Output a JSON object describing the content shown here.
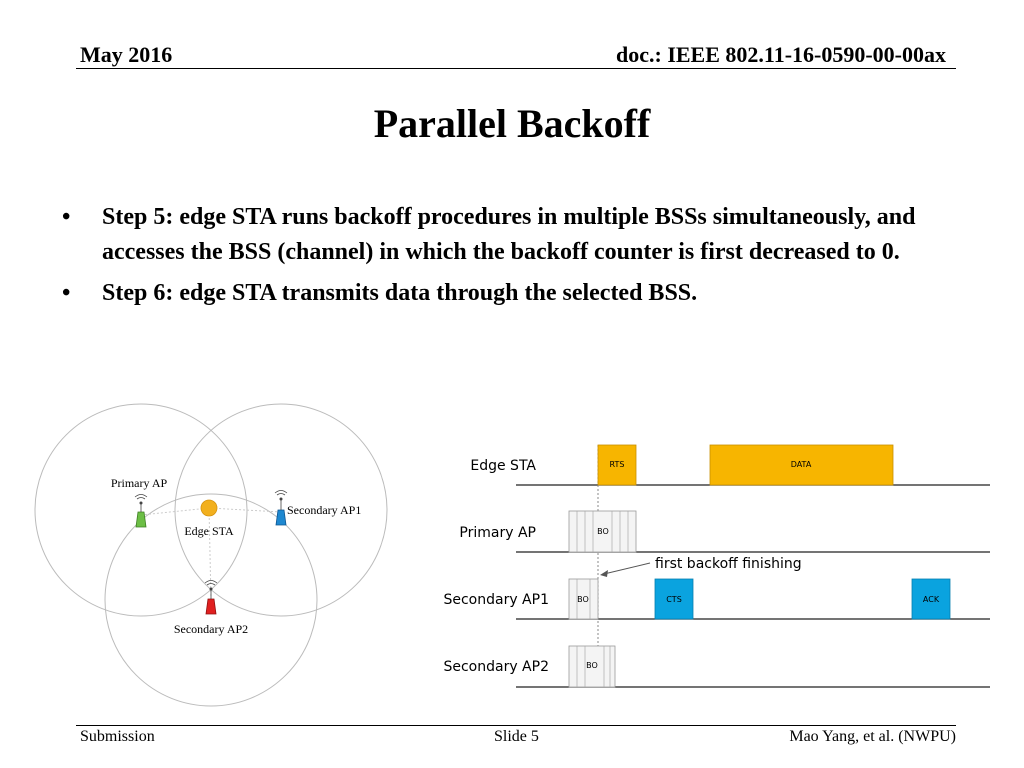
{
  "header": {
    "date": "May 2016",
    "doc": "doc.: IEEE 802.11-16-0590-00-00ax"
  },
  "title": "Parallel Backoff",
  "bullets": [
    "Step 5: edge STA runs backoff procedures in multiple BSSs simultaneously, and accesses the BSS (channel) in which the backoff counter is first decreased to 0.",
    "Step 6: edge STA transmits data through the selected BSS."
  ],
  "bullet_symbol": "•",
  "network": {
    "primary_ap": "Primary AP",
    "secondary_ap1": "Secondary AP1",
    "secondary_ap2": "Secondary AP2",
    "edge_sta": "Edge STA",
    "colors": {
      "primary": "#6cbe45",
      "secondary1": "#1e88d0",
      "secondary2": "#e02020",
      "sta": "#f2b01e"
    }
  },
  "timeline": {
    "rows": [
      "Edge STA",
      "Primary AP",
      "Secondary AP1",
      "Secondary AP2"
    ],
    "blocks": {
      "rts": "RTS",
      "data": "DATA",
      "bo_primary": "BO",
      "bo_sec1": "BO",
      "cts": "CTS",
      "ack": "ACK",
      "bo_sec2": "BO"
    },
    "annotation": "first backoff finishing",
    "colors": {
      "orange": "#f7b500",
      "blue": "#0aa3df",
      "bo": "#f4f4f4"
    }
  },
  "footer": {
    "left": "Submission",
    "center": "Slide 5",
    "right": "Mao Yang, et al. (NWPU)"
  }
}
